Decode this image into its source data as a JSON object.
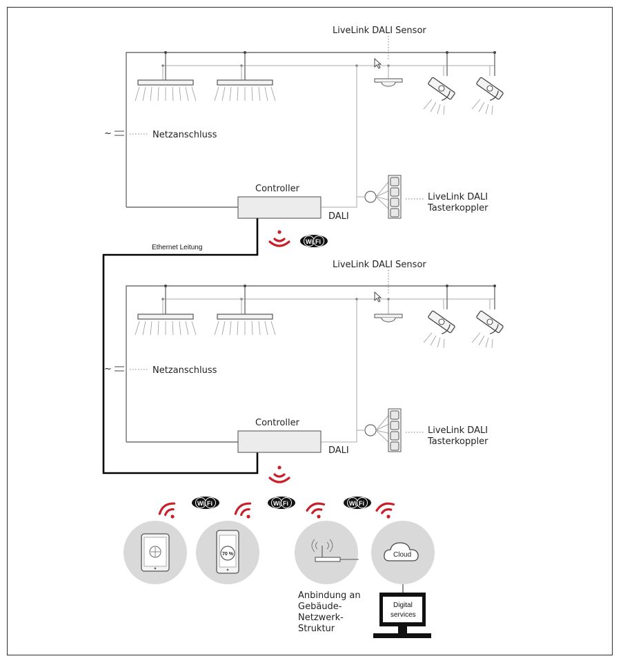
{
  "segments": [
    {
      "sensor_label": "LiveLink DALI Sensor",
      "mains_label": "Netzanschluss",
      "controller_label": "Controller",
      "dali_label": "DALI",
      "coupler_label_1": "LiveLink DALI",
      "coupler_label_2": "Tasterkoppler",
      "tilde": "~"
    },
    {
      "sensor_label": "LiveLink DALI Sensor",
      "mains_label": "Netzanschluss",
      "controller_label": "Controller",
      "dali_label": "DALI",
      "coupler_label_1": "LiveLink DALI",
      "coupler_label_2": "Tasterkoppler",
      "tilde": "~"
    }
  ],
  "ethernet_label": "Ethernet Leitung",
  "wifi_badge": {
    "text_wi": "Wi",
    "text_fi": "Fi"
  },
  "tablet_label": "",
  "phone_level": "70 %",
  "cloud_label": "Cloud",
  "digital_services": [
    "Digital",
    "services"
  ],
  "building_network": [
    "Anbindung an",
    "Gebäude-",
    "Netzwerk-",
    "Struktur"
  ],
  "colors": {
    "wifi_red": "#c8202a",
    "circle_fill": "#d9d9d9",
    "line": "#6e6e6e",
    "ethernet": "#000000"
  }
}
